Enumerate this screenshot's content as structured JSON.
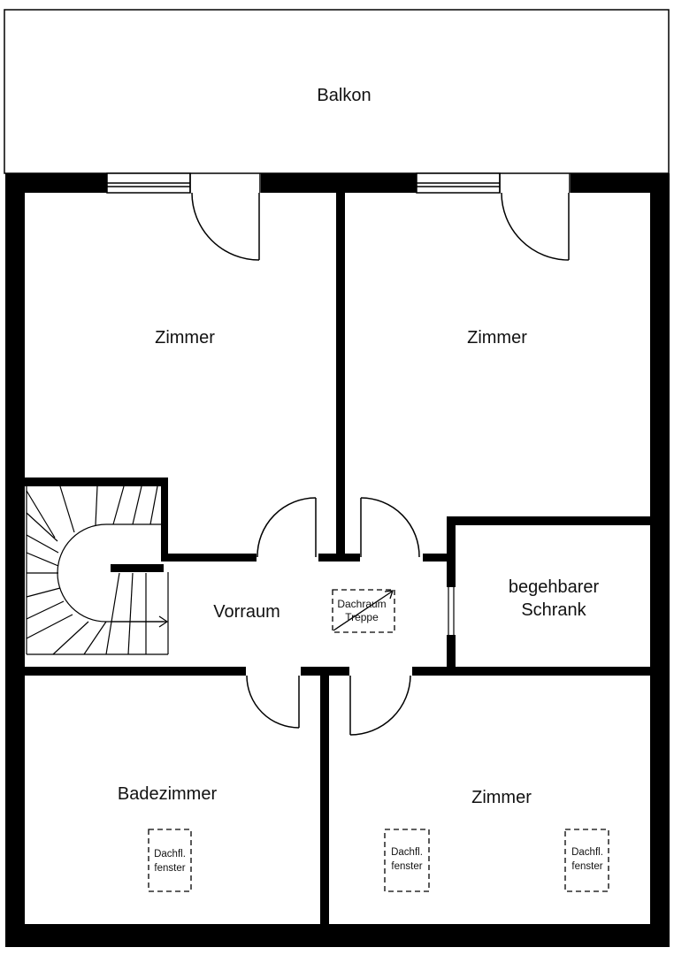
{
  "rooms": {
    "balcony": "Balkon",
    "room_top_left": "Zimmer",
    "room_top_right": "Zimmer",
    "hallway": "Vorraum",
    "walk_in_closet_line1": "begehbarer",
    "walk_in_closet_line2": "Schrank",
    "bathroom": "Badezimmer",
    "room_bottom_right": "Zimmer"
  },
  "attic_stair": {
    "line1": "Dachraum",
    "line2": "Treppe"
  },
  "skylights": [
    {
      "line1": "Dachfl.",
      "line2": "fenster"
    },
    {
      "line1": "Dachfl.",
      "line2": "fenster"
    },
    {
      "line1": "Dachfl.",
      "line2": "fenster"
    }
  ],
  "colors": {
    "wall": "#000000",
    "background": "#ffffff"
  }
}
